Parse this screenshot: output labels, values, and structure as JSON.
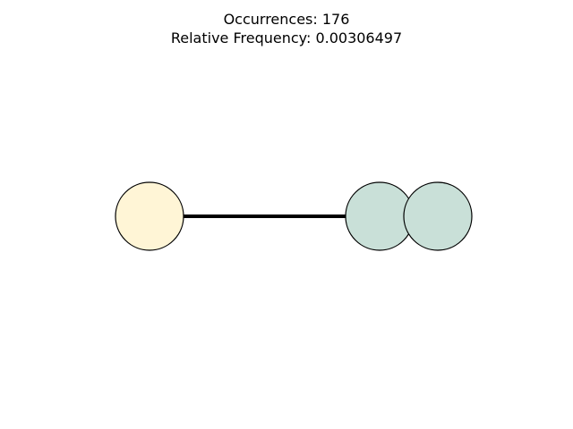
{
  "title": {
    "line1": "Occurrences: 176",
    "line2": "Relative Frequency: 0.00306497"
  },
  "graph": {
    "nodes": [
      {
        "id": "node-a",
        "fill": "#fff5d6",
        "stroke": "#000000"
      },
      {
        "id": "node-b",
        "fill": "#c9e0d8",
        "stroke": "#000000"
      },
      {
        "id": "node-c",
        "fill": "#c9e0d8",
        "stroke": "#000000"
      }
    ],
    "edges": [
      {
        "from": "node-a",
        "to": "node-b",
        "color": "#000000"
      }
    ]
  }
}
